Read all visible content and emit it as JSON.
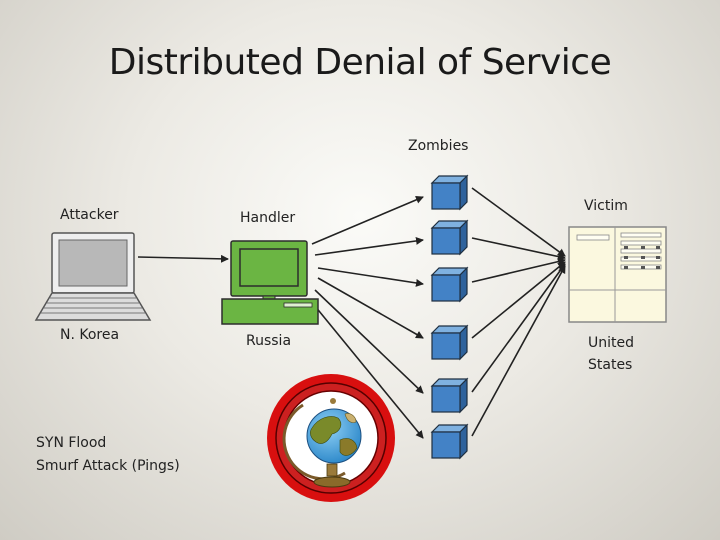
{
  "slide": {
    "title": "Distributed Denial of Service"
  },
  "labels": {
    "zombies": "Zombies",
    "attacker": "Attacker",
    "handler": "Handler",
    "victim": "Victim",
    "attacker_location": "N. Korea",
    "handler_location": "Russia",
    "victim_location_line1": "United",
    "victim_location_line2": "States"
  },
  "attack_types": [
    "SYN Flood",
    "Smurf Attack (Pings)"
  ],
  "icons": {
    "attacker": "laptop-icon",
    "handler": "desktop-computer-icon",
    "zombie": "cube-icon",
    "victim": "server-icon",
    "globe": "globe-icon"
  },
  "colors": {
    "handler": "#6bb543",
    "zombie": "#3f7fc4",
    "globe_ring": "#e02020",
    "victim": "#fbf8df"
  }
}
